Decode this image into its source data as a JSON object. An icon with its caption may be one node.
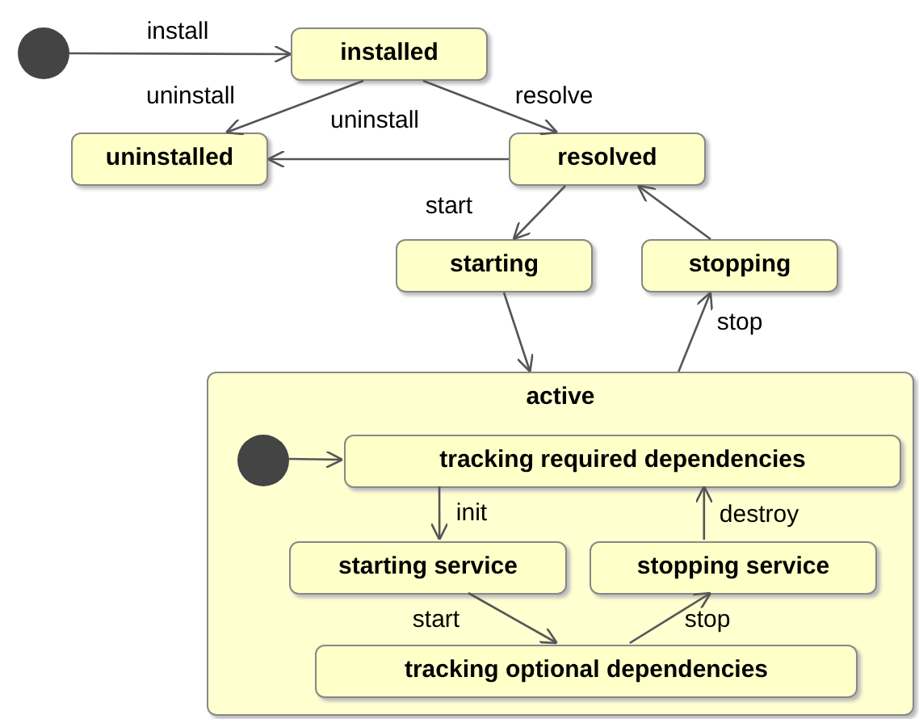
{
  "diagram": {
    "nodes": [
      {
        "text": [],
        "shape": "circle"
      },
      {
        "text": [
          "installed"
        ]
      },
      {
        "text": [
          "uninstalled"
        ]
      },
      {
        "text": [
          "resolved"
        ]
      },
      {
        "text": [
          "starting"
        ]
      },
      {
        "text": [
          "stopping"
        ]
      },
      {
        "text": [
          "active"
        ]
      },
      {
        "text": [],
        "shape": "circle",
        "in": 6
      },
      {
        "text": [
          "tracking required dependencies"
        ],
        "in": 6
      },
      {
        "text": [
          "starting service"
        ],
        "in": 6
      },
      {
        "text": [
          "stopping service"
        ],
        "in": 6
      },
      {
        "text": [
          "tracking optional dependencies"
        ],
        "in": 6
      }
    ],
    "edges": [
      {
        "from": 0,
        "to": 1,
        "arrow": "to",
        "label": "install"
      },
      {
        "from": 1,
        "to": 2,
        "arrow": "to",
        "label": "uninstall"
      },
      {
        "from": 3,
        "to": 2,
        "arrow": "to",
        "label": "uninstall"
      },
      {
        "from": 1,
        "to": 3,
        "arrow": "to",
        "label": "resolve"
      },
      {
        "from": 3,
        "to": 4,
        "arrow": "to",
        "label": "start"
      },
      {
        "from": 4,
        "to": 6,
        "arrow": "to"
      },
      {
        "from": 6,
        "to": 5,
        "arrow": "to",
        "label": "stop"
      },
      {
        "from": 5,
        "to": 3,
        "arrow": "to"
      },
      {
        "from": 7,
        "to": 8,
        "arrow": "to"
      },
      {
        "from": 8,
        "to": 9,
        "arrow": "to",
        "label": "init"
      },
      {
        "from": 9,
        "to": 11,
        "arrow": "to",
        "label": "start"
      },
      {
        "from": 11,
        "to": 10,
        "arrow": "to",
        "label": "stop"
      },
      {
        "from": 10,
        "to": 8,
        "arrow": "to",
        "label": "destroy"
      }
    ]
  }
}
